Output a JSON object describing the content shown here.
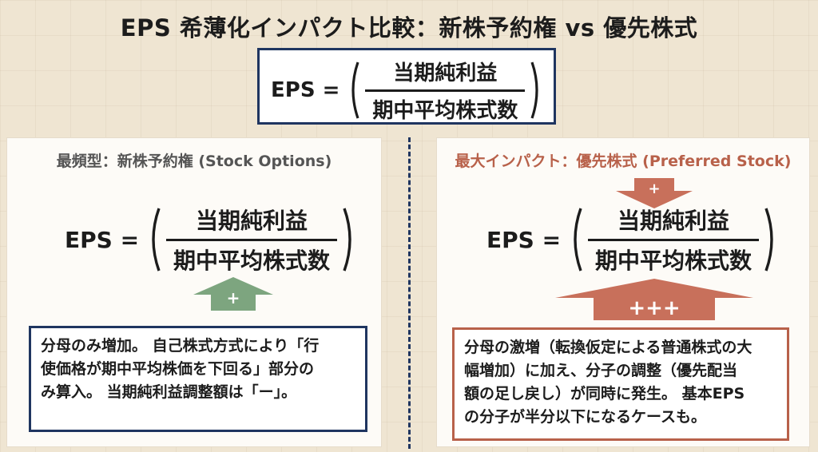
{
  "title": "EPS 希薄化インパクト比較：新株予約権 vs 優先株式",
  "formula": {
    "lhs": "EPS =",
    "numerator": "当期純利益",
    "denominator": "期中平均株式数"
  },
  "left_panel": {
    "title": "最頻型：新株予約権 (Stock Options)",
    "arrow_label": "+",
    "note_lines": [
      "分母のみ増加。 自己株式方式により「行",
      "使価格が期中平均株価を下回る」部分の",
      "み算入。 当期純利益調整額は「ー」。"
    ]
  },
  "right_panel": {
    "title": "最大インパクト：優先株式 (Preferred Stock)",
    "top_arrow_label": "+",
    "bottom_arrow_label": "+++",
    "note_lines": [
      "分母の激増（転換仮定による普通株式の大",
      "幅増加）に加え、分子の調整（優先配当",
      "額の足し戻し）が同時に発生。 基本EPS",
      "の分子が半分以下になるケースも。"
    ]
  },
  "colors": {
    "navy": "#1f3560",
    "green_arrow": "#7da57f",
    "red_arrow": "#c8705b",
    "right_accent": "#b8614a"
  }
}
